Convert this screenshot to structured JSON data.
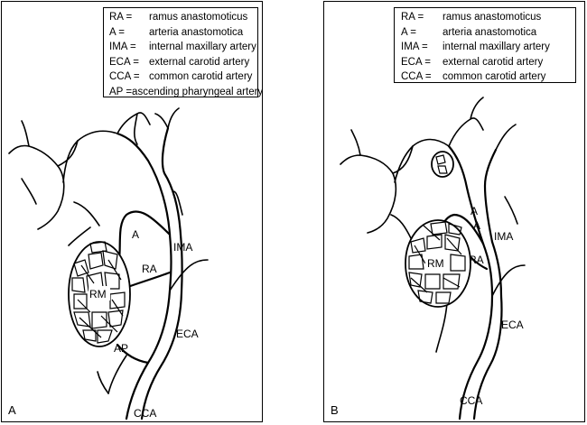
{
  "legend_a": [
    {
      "abbr": "RA =",
      "text": "ramus anastomoticus"
    },
    {
      "abbr": "A =",
      "text": "arteria anastomotica"
    },
    {
      "abbr": "IMA =",
      "text": "internal maxillary artery"
    },
    {
      "abbr": "ECA =",
      "text": "external carotid artery"
    },
    {
      "abbr": "CCA =",
      "text": "common carotid artery"
    },
    {
      "abbr": "AP =",
      "text": "ascending pharyngeal artery"
    }
  ],
  "legend_b": [
    {
      "abbr": "RA =",
      "text": "ramus anastomoticus"
    },
    {
      "abbr": "A =",
      "text": "arteria anastomotica"
    },
    {
      "abbr": "IMA =",
      "text": "internal maxillary artery"
    },
    {
      "abbr": "ECA =",
      "text": "external carotid artery"
    },
    {
      "abbr": "CCA =",
      "text": "common carotid artery"
    }
  ],
  "panel_a": {
    "letter": "A",
    "labels": {
      "a": "A",
      "ima": "IMA",
      "ra": "RA",
      "rm": "RM",
      "eca": "ECA",
      "ap": "AP",
      "cca": "CCA"
    }
  },
  "panel_b": {
    "letter": "B",
    "labels": {
      "a1": "A",
      "a2": "A",
      "ima": "IMA",
      "rm": "RM",
      "ra": "RA",
      "eca": "ECA",
      "cca": "CCA"
    }
  }
}
